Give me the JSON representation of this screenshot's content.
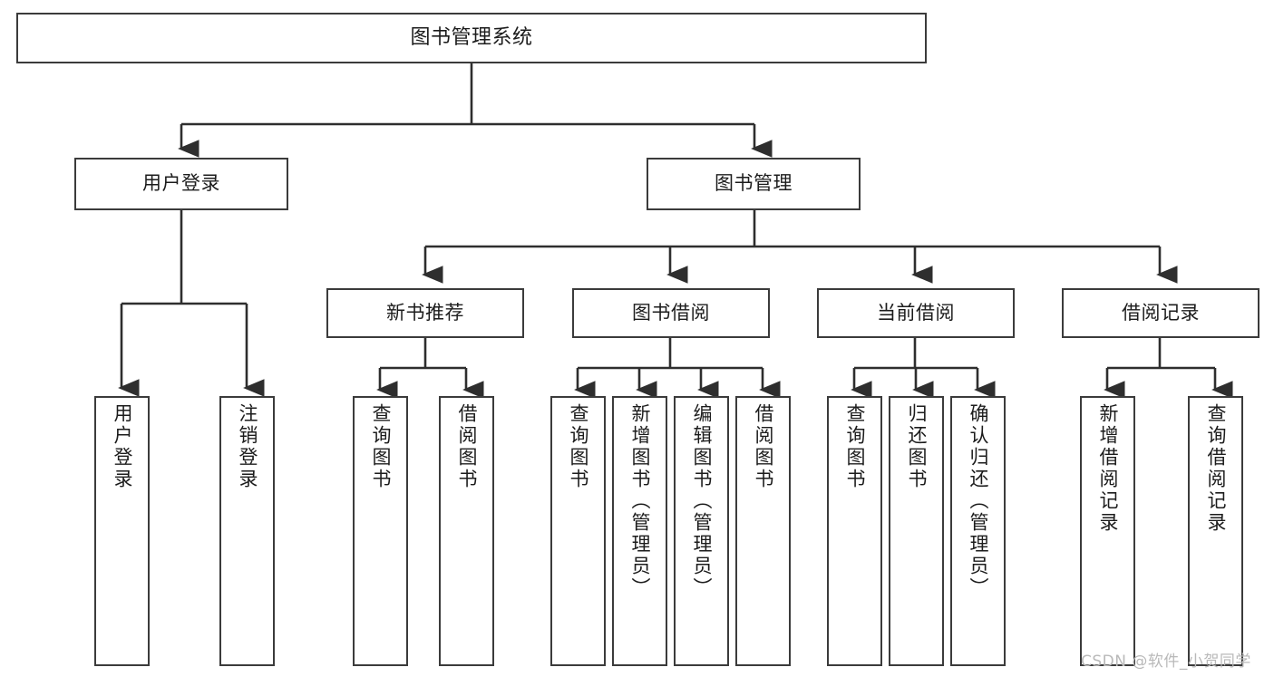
{
  "diagram": {
    "title": "图书管理系统",
    "type": "tree-hierarchy-diagram",
    "watermark": "CSDN @软件_小贺同学",
    "colors": {
      "stroke": "#3b3b3b",
      "fill": "#ffffff",
      "text": "#1c1c1c",
      "watermark": "#b9b9b9"
    },
    "root": {
      "label": "图书管理系统"
    },
    "level2": [
      {
        "label": "用户登录"
      },
      {
        "label": "图书管理"
      }
    ],
    "level3": [
      {
        "label": "新书推荐"
      },
      {
        "label": "图书借阅"
      },
      {
        "label": "当前借阅"
      },
      {
        "label": "借阅记录"
      }
    ],
    "leaves": {
      "user_login": [
        {
          "label": "用户登录"
        },
        {
          "label": "注销登录"
        }
      ],
      "new_book_recommend": [
        {
          "label": "查询图书"
        },
        {
          "label": "借阅图书"
        }
      ],
      "book_borrow": [
        {
          "label": "查询图书"
        },
        {
          "label": "新增图书（管理员）"
        },
        {
          "label": "编辑图书（管理员）"
        },
        {
          "label": "借阅图书"
        }
      ],
      "current_borrow": [
        {
          "label": "查询图书"
        },
        {
          "label": "归还图书"
        },
        {
          "label": "确认归还（管理员）"
        }
      ],
      "borrow_record": [
        {
          "label": "新增借阅记录"
        },
        {
          "label": "查询借阅记录"
        }
      ]
    }
  }
}
